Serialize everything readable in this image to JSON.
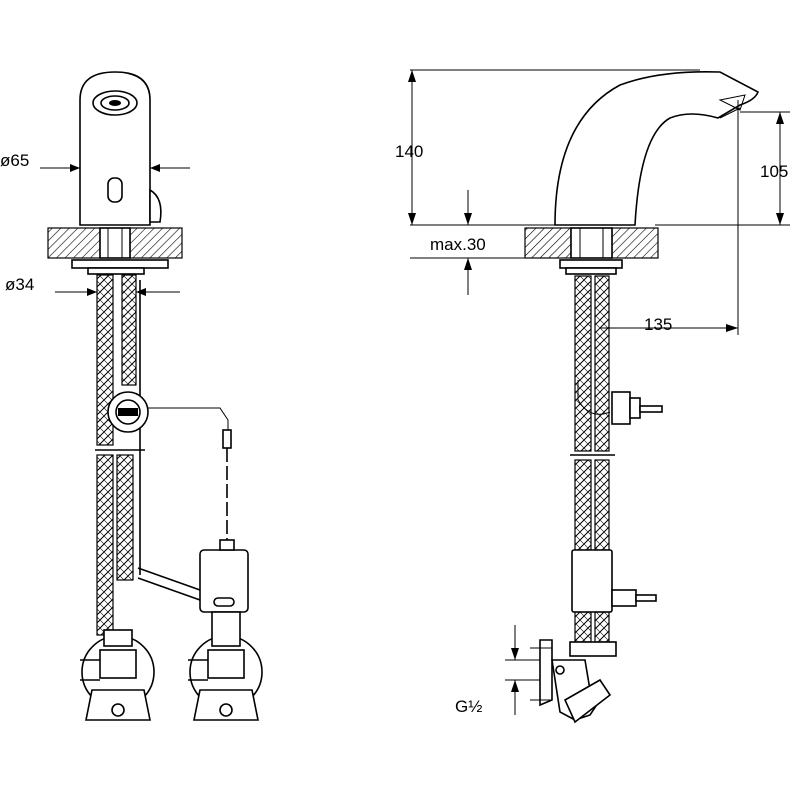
{
  "dimensions": {
    "diameter_spout": "ø65",
    "diameter_shank": "ø34",
    "height_total": "140",
    "height_outlet": "105",
    "counter_thickness": "max.30",
    "reach": "135",
    "thread": "G½"
  },
  "colors": {
    "line": "#000000",
    "background": "#ffffff",
    "hatch": "#000000"
  }
}
